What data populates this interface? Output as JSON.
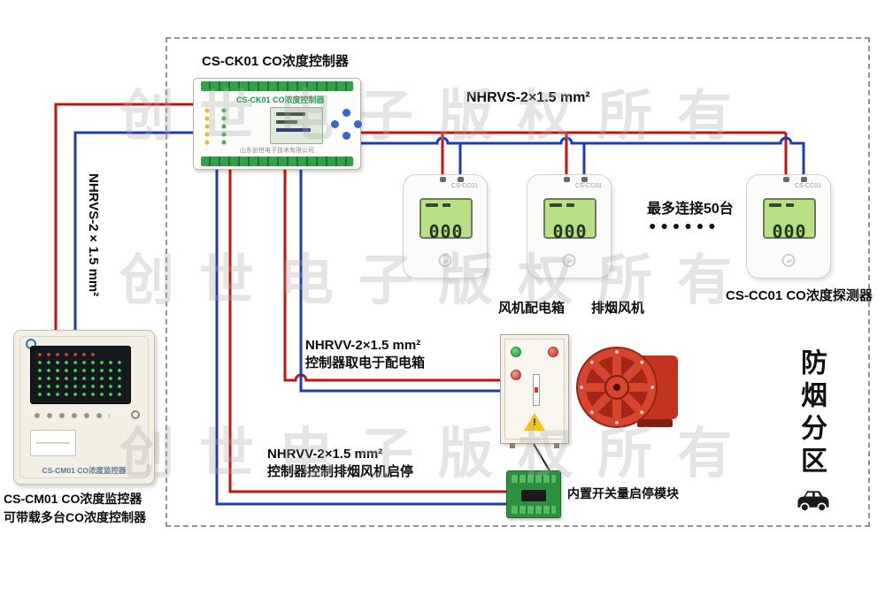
{
  "watermark": {
    "text": "创世电子版权所有"
  },
  "colors": {
    "wire_red": "#c21313",
    "wire_blue": "#1e3cae",
    "lcd_green": "#b9e084",
    "pcb_green": "#2e8f3e",
    "fan_red": "#d6452e"
  },
  "controller": {
    "title": "CS-CK01 CO浓度控制器",
    "panel_label": "CS-CK01 CO浓度控制器",
    "brand": "山东创世电子技术有限公司"
  },
  "left_cable": {
    "label": "NHRVS-2×1.5 mm²"
  },
  "top_cable": {
    "label": "NHRVS-2×1.5 mm²"
  },
  "detectors": {
    "model": "CS-CC01",
    "lcd_value": "000",
    "caption": "CS-CC01 CO浓度探测器",
    "max_note": "最多连接50台",
    "dots": "●●●●●●"
  },
  "power_cable": {
    "line1": "NHRVV-2×1.5 mm²",
    "line2": "控制器取电于配电箱"
  },
  "control_cable": {
    "line1": "NHRVV-2×1.5 mm²",
    "line2": "控制器控制排烟风机启停"
  },
  "fan_box": {
    "label": "风机配电箱"
  },
  "fan": {
    "label": "排烟风机"
  },
  "module": {
    "label": "内置开关量启停模块"
  },
  "monitor": {
    "panel_caption": "CS-CM01 CO浓度监控器",
    "caption_line1": "CS-CM01 CO浓度监控器",
    "caption_line2": "可带载多台CO浓度控制器"
  },
  "zone": {
    "label": "防烟分区"
  }
}
